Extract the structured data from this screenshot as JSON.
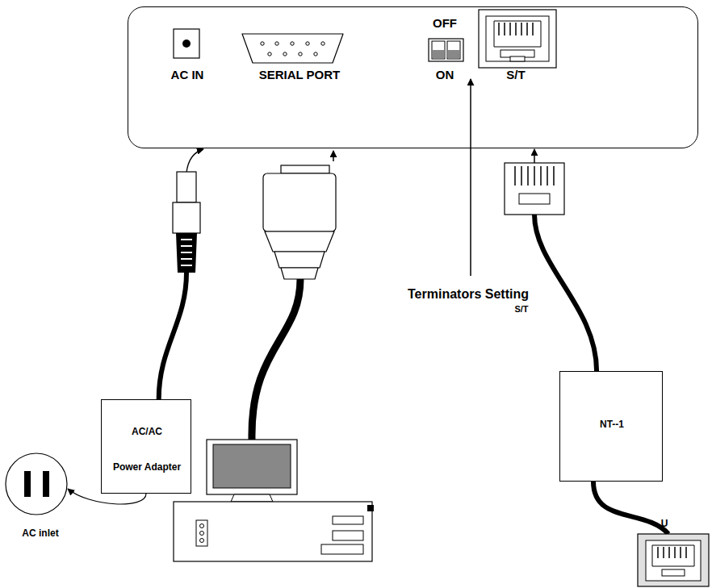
{
  "diagram": {
    "nodes": [
      {
        "text": [
          "OFF",
          "AC IN",
          "SERIAL PORT",
          "ON",
          "S/T"
        ]
      },
      {
        "text": [
          "AC/AC",
          "Power Adapter"
        ]
      },
      {
        "text": [
          "NT--1"
        ]
      }
    ],
    "edges": [
      {
        "from": 1,
        "to": 0,
        "arrow": "to"
      },
      {
        "from": 2,
        "to": 0,
        "label": "S/T",
        "arrow": "to"
      }
    ],
    "labels": [
      "Terminators Setting",
      "AC inlet",
      "U"
    ]
  }
}
